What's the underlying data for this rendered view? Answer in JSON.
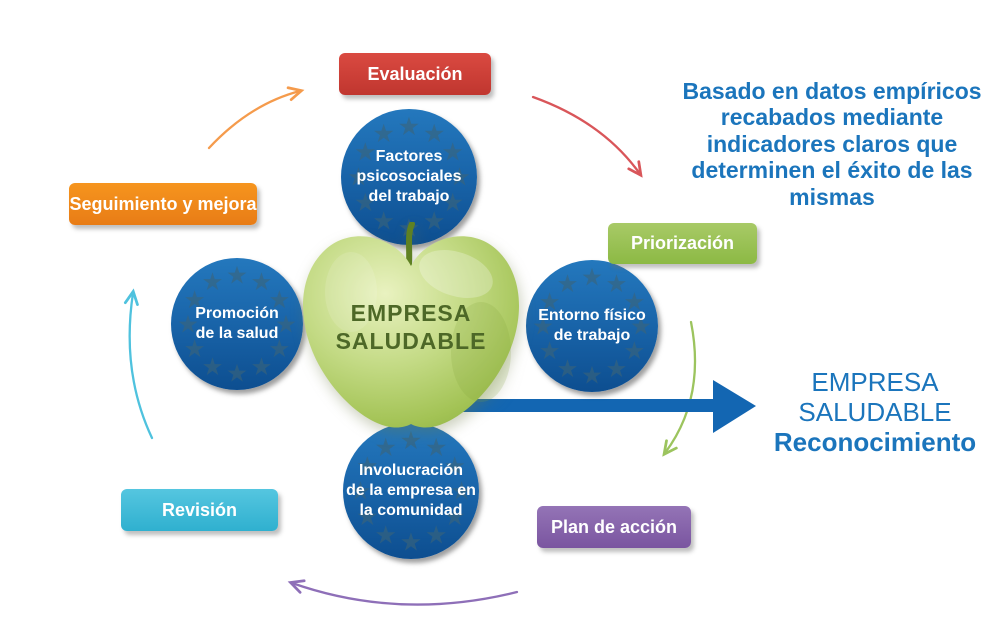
{
  "title": "Ciclo Empresa Saludable",
  "colors": {
    "accent_blue": "#1366b2",
    "text_blue": "#1b75bc",
    "circle_blue_top": "#2478bd",
    "circle_blue_bottom": "#0d4e90",
    "stage_red": "#d0483f",
    "stage_green": "#9cc153",
    "stage_purple": "#8763a8",
    "stage_cyan": "#3fbcd9",
    "stage_orange": "#f18a1e",
    "apple_green": "#a9c95c",
    "apple_text_green": "#4d6827"
  },
  "center": {
    "label": "EMPRESA\nSALUDABLE"
  },
  "circles": [
    {
      "label": "Factores\npsicosociales\ndel trabajo"
    },
    {
      "label": "Entorno físico\nde trabajo"
    },
    {
      "label": "Involucración\nde la empresa en\nla comunidad"
    },
    {
      "label": "Promoción\nde la salud"
    }
  ],
  "stages": [
    {
      "label": "Evaluación",
      "color": "#d0483f"
    },
    {
      "label": "Priorización",
      "color": "#9cc153"
    },
    {
      "label": "Plan de acción",
      "color": "#8763a8"
    },
    {
      "label": "Revisión",
      "color": "#3fbcd9"
    },
    {
      "label": "Seguimiento y mejora",
      "color": "#f18a1e"
    }
  ],
  "annotation": "Basado en datos empíricos\nrecabados mediante\nindicadores claros que\ndeterminen el éxito de las\nmismas",
  "outcome": {
    "line1": "EMPRESA",
    "line2": "SALUDABLE",
    "line3": "Reconocimiento"
  }
}
